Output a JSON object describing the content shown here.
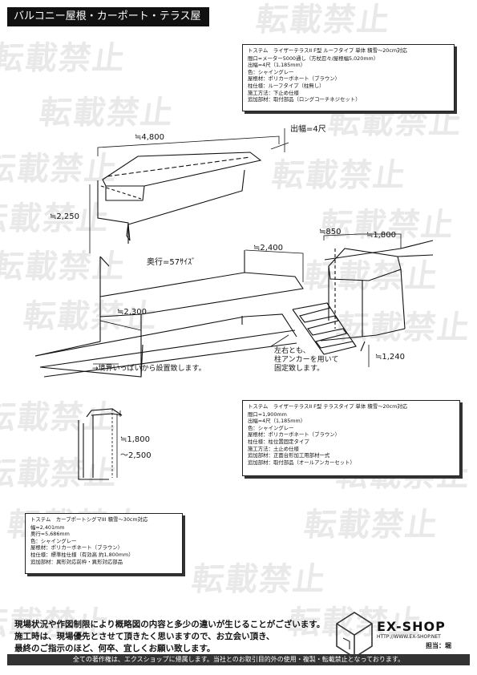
{
  "page": {
    "title": "バルコニー屋根・カーポート・テラス屋根",
    "watermark": "転載禁止"
  },
  "spec_terrace_roof": {
    "header": "トステム　ライザーテラスII F型 ルーフタイプ 単体 積雪～20cm対応",
    "lines": [
      "間口=メーター5000通し（方杖忍々/屋根幅5,020mm）",
      "出幅=4尺（1,185mm）",
      "色：シャイングレー",
      "屋根材：ポリカーボネート（ブラウン）",
      "柱仕様：ルーフタイプ（柱無し）",
      "施工方法：下止め仕様",
      "追加部材：取付部品（ロングコーチネジセット）"
    ]
  },
  "spec_terrace_type": {
    "header": "トステム　ライザーテラスII F型 テラスタイプ 単体 積雪～20cm対応",
    "lines": [
      "間口=1,900mm",
      "出幅=4尺（1,185mm）",
      "色：シャイングレー",
      "屋根材：ポリカーボネート（ブラウン）",
      "柱仕様：柱位置固定タイプ",
      "施工方法：土止め仕様",
      "追加部材：正面台形加工用部材一式",
      "追加部材：取付部品（オールアンカーセット）"
    ]
  },
  "spec_carport": {
    "header": "トステム　カーブポートシグマIII 積雪～30cm対応",
    "lines": [
      "幅=2,401mm",
      "奥行=5,686mm",
      "色：シャイングレー",
      "屋根材：ポリカーボネート（ブラウン）",
      "柱仕様：標準柱仕様（有効高 約1,800mm）",
      "追加部材：異形対応前枠・異形対応部品"
    ]
  },
  "dims": {
    "d4800": "≒4,800",
    "depth4": "出幅=4尺",
    "d2250": "≒2,250",
    "d2400": "≒2,400",
    "okuyuki": "奥行=57ｻｲｽﾞ",
    "d2300": "≒2,300",
    "d850": "≒850",
    "d1800": "≒1,800",
    "d1240": "≒1,240",
    "h1800": "≒1,800",
    "h2500": "～2,500"
  },
  "notes": {
    "anchor": [
      "左右とも、",
      "柱アンカーを用いて",
      "固定致します。"
    ],
    "boundary": "境界いっぱいから設置致します。"
  },
  "footer": {
    "lines": [
      "現場状況や作図制限により概略図の内容と多少の違いが生じることがございます。",
      "施工時は、現場優先とさせて頂きたく思いますので、お立会い頂き、",
      "最終のご指示のほど、何卒、宜しくお願い致します。"
    ],
    "logo": "EX-SHOP",
    "url": "HTTP://WWW.EX-SHOP.NET",
    "staff": "担当：堀",
    "copyright": "全ての著作権は、エクスショップに帰属します。当社とのお取引目的外の使用・複製・転載禁止となっております。"
  }
}
